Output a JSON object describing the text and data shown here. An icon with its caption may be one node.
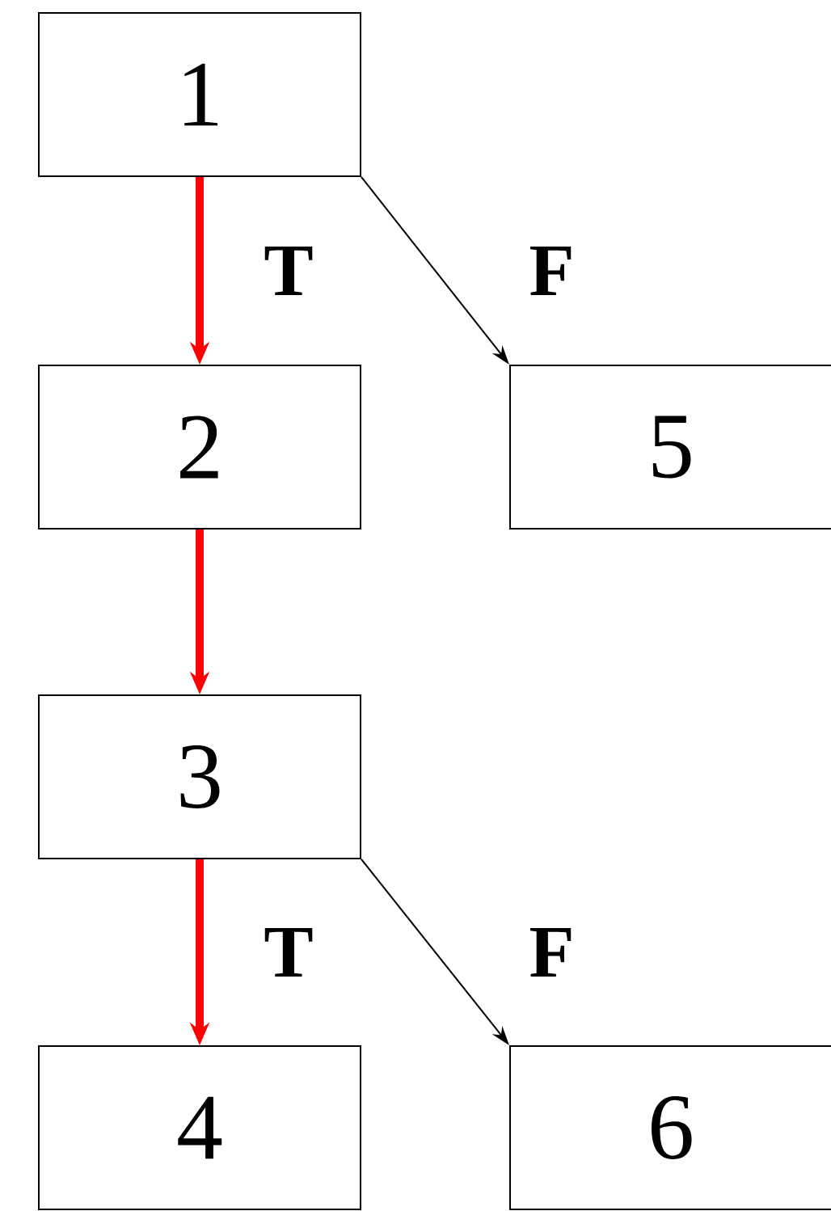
{
  "diagram": {
    "nodes": [
      {
        "text": [
          "1"
        ]
      },
      {
        "text": [
          "2"
        ]
      },
      {
        "text": [
          "3"
        ]
      },
      {
        "text": [
          "4"
        ]
      },
      {
        "text": [
          "5"
        ]
      },
      {
        "text": [
          "6"
        ]
      }
    ],
    "edges": [
      {
        "from": 0,
        "to": 1,
        "arrow": "to",
        "label": "T"
      },
      {
        "from": 0,
        "to": 4,
        "arrow": "to",
        "label": "F",
        "color": "#000000"
      },
      {
        "from": 1,
        "to": 2,
        "arrow": "to"
      },
      {
        "from": 2,
        "to": 3,
        "arrow": "to",
        "label": "T"
      },
      {
        "from": 2,
        "to": 5,
        "arrow": "to",
        "label": "F",
        "color": "#000000"
      }
    ]
  }
}
